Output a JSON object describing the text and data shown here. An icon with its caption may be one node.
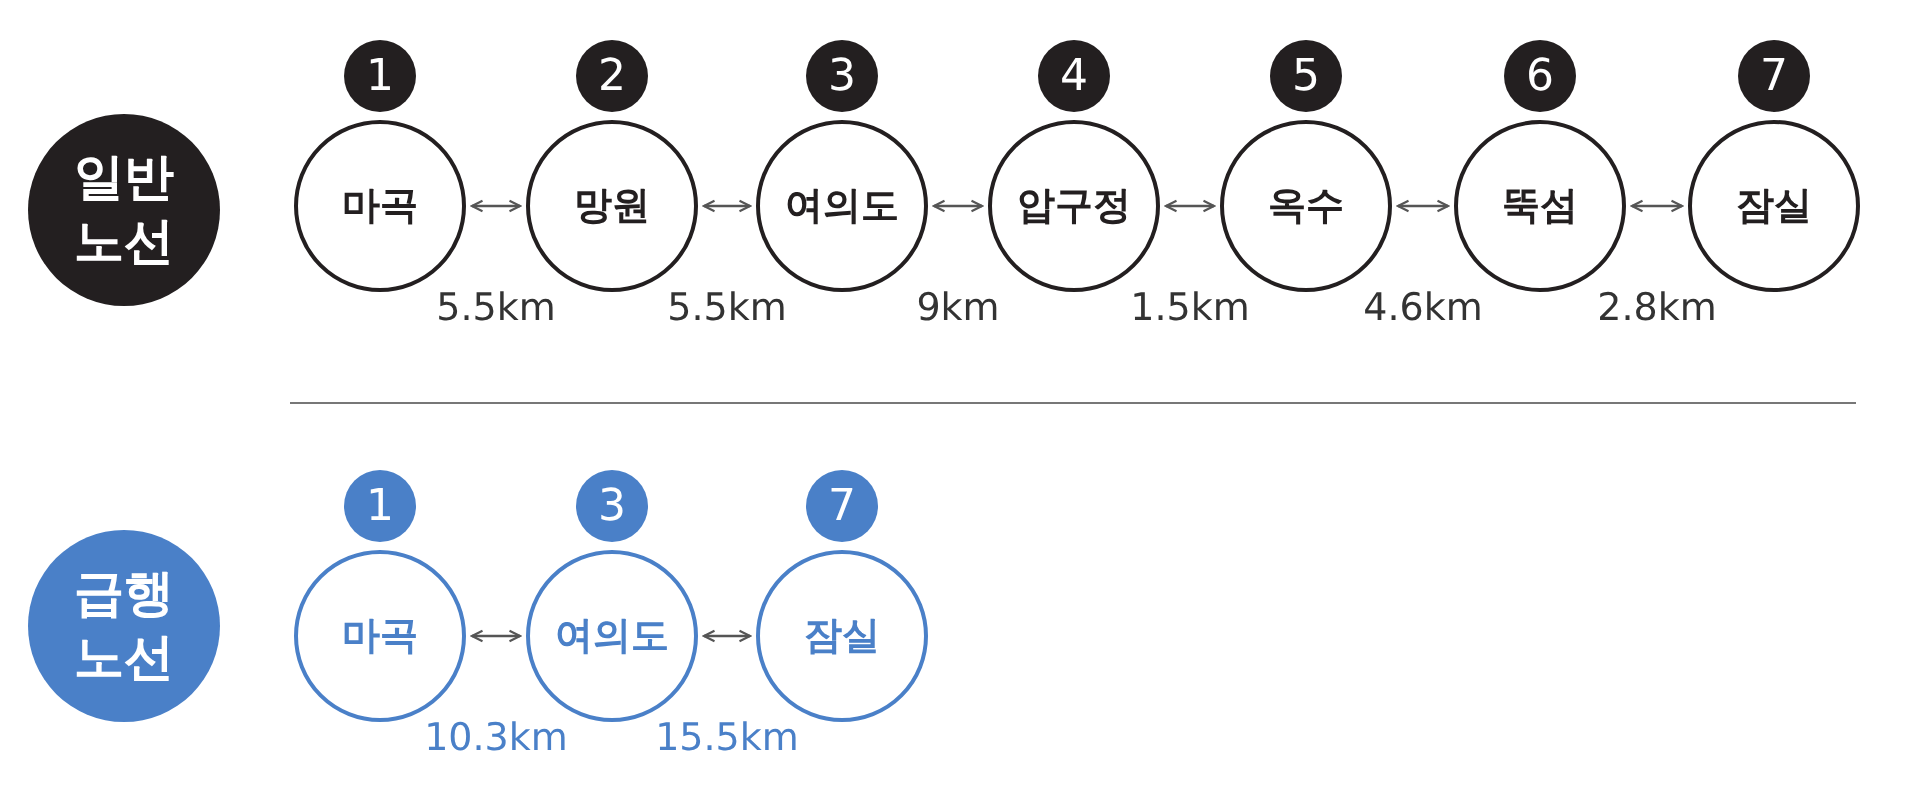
{
  "diagram": {
    "nodes": [
      {
        "text": [
          "일반 노선"
        ]
      },
      {
        "text": [
          "마곡"
        ],
        "beside": [
          "1"
        ]
      },
      {
        "text": [
          "망원"
        ],
        "beside": [
          "2"
        ]
      },
      {
        "text": [
          "여의도"
        ],
        "beside": [
          "3"
        ]
      },
      {
        "text": [
          "압구정"
        ],
        "beside": [
          "4"
        ]
      },
      {
        "text": [
          "옥수"
        ],
        "beside": [
          "5"
        ]
      },
      {
        "text": [
          "뚝섬"
        ],
        "beside": [
          "6"
        ]
      },
      {
        "text": [
          "잠실"
        ],
        "beside": [
          "7"
        ]
      },
      {
        "text": [
          "급행 노선"
        ]
      },
      {
        "text": [
          "마곡"
        ],
        "beside": [
          "1"
        ]
      },
      {
        "text": [
          "여의도"
        ],
        "beside": [
          "3"
        ]
      },
      {
        "text": [
          "잠실"
        ],
        "beside": [
          "7"
        ]
      }
    ],
    "edges": [
      {
        "from": 1,
        "to": 2,
        "arrow": "both",
        "label": "5.5km"
      },
      {
        "from": 2,
        "to": 3,
        "arrow": "both",
        "label": "5.5km"
      },
      {
        "from": 3,
        "to": 4,
        "arrow": "both",
        "label": "9km"
      },
      {
        "from": 4,
        "to": 5,
        "arrow": "both",
        "label": "1.5km"
      },
      {
        "from": 5,
        "to": 6,
        "arrow": "both",
        "label": "4.6km"
      },
      {
        "from": 6,
        "to": 7,
        "arrow": "both",
        "label": "2.8km"
      },
      {
        "from": 9,
        "to": 10,
        "arrow": "both",
        "label": "10.3km"
      },
      {
        "from": 10,
        "to": 11,
        "arrow": "both",
        "label": "15.5km"
      }
    ]
  }
}
